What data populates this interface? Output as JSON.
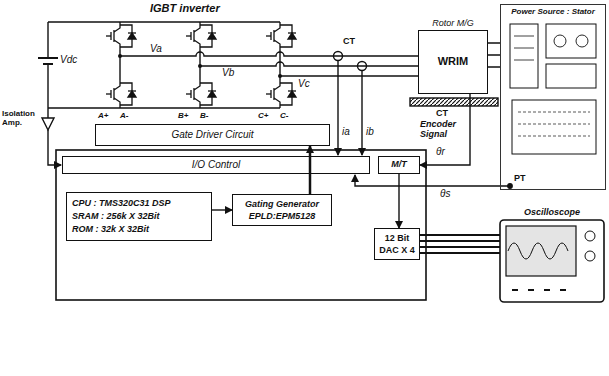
{
  "diagram": {
    "nodes": [
      {
        "text": [
          "Power Source : Stator"
        ]
      },
      {
        "text": [
          "Rotor M/G",
          "WRIM"
        ]
      },
      {
        "text": [
          "Gate Driver Circuit"
        ]
      },
      {
        "text": [
          "I/O Control"
        ]
      },
      {
        "text": [
          "M/T"
        ]
      },
      {
        "text": [
          "CPU : TMS320C31 DSP",
          "SRAM : 256k X 32Bit",
          "ROM : 32k X 32Bit"
        ]
      },
      {
        "text": [
          "Gating Generator",
          "EPLD:EPM5128"
        ]
      },
      {
        "text": [
          "12 Bit DAC X 4"
        ]
      },
      {
        "text": [
          "Oscilloscope"
        ]
      }
    ],
    "edges": [
      {
        "from": 6,
        "to": 2,
        "arrow": "to"
      },
      {
        "from": 5,
        "to": 6,
        "arrow": "to"
      },
      {
        "from": 4,
        "to": 7,
        "arrow": "to"
      },
      {
        "from": 7,
        "to": 8,
        "arrow": "none"
      },
      {
        "from": 1,
        "to": 4,
        "label": "Encoder Signal",
        "arrow": "to"
      },
      {
        "from": 0,
        "to": 1,
        "arrow": "none"
      }
    ],
    "labels": [
      "IGBT inverter",
      "Vdc",
      "Va",
      "Vb",
      "Vc",
      "CT",
      "ia",
      "ib",
      "A+",
      "A-",
      "B+",
      "B-",
      "C+",
      "C-",
      "Isolation Amp.",
      "CT",
      "PT",
      "θr",
      "θs"
    ]
  }
}
